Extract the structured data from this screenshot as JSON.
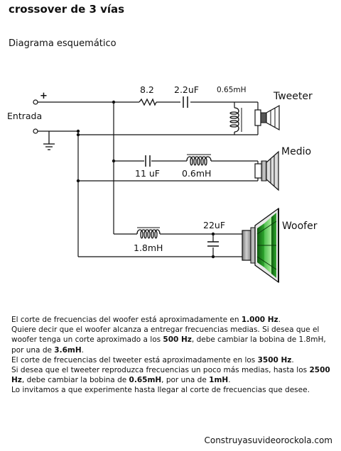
{
  "title": "crossover de 3 vías",
  "subtitle": "Diagrama esquemático",
  "diagram": {
    "input_label": "Entrada",
    "plus_sign": "+",
    "tweeter": {
      "label": "Tweeter",
      "r_value": "8.2",
      "c_value": "2.2uF",
      "l_value": "0.65mH"
    },
    "medio": {
      "label": "Medio",
      "c_value": "11 uF",
      "l_value": "0.6mH"
    },
    "woofer": {
      "label": "Woofer",
      "l_value": "1.8mH",
      "c_value": "22uF"
    }
  },
  "description": {
    "p1_a": "El corte de frecuencias del woofer está aproximadamente en ",
    "p1_b": "1.000 Hz",
    "p1_c": ".",
    "p2_a": "Quiere decir que el woofer alcanza a entregar frecuencias medias. Si desea que el woofer tenga un corte aproximado a los ",
    "p2_b": "500 Hz",
    "p2_c": ", debe cambiar la bobina de 1.8mH, por una de ",
    "p2_d": "3.6mH",
    "p2_e": ".",
    "p3_a": "El corte de frecuencias del tweeter está aproximadamente en los ",
    "p3_b": "3500 Hz",
    "p3_c": ".",
    "p4_a": "Si desea que el tweeter reproduzca frecuencias un poco más medias, hasta los ",
    "p4_b": "2500 Hz",
    "p4_c": ", debe cambiar la bobina de ",
    "p4_d": "0.65mH",
    "p4_e": ", por una de ",
    "p4_f": "1mH",
    "p4_g": ".",
    "p5": "Lo invitamos a que experimente hasta llegar al corte de frecuencias que desee."
  },
  "footer": "Construyasuvideorockola.com",
  "colors": {
    "wire": "#111111",
    "woofer_cone_dark": "#1e7d1e",
    "woofer_cone_light": "#6fd06f",
    "speaker_gray": "#9a9a9a"
  }
}
